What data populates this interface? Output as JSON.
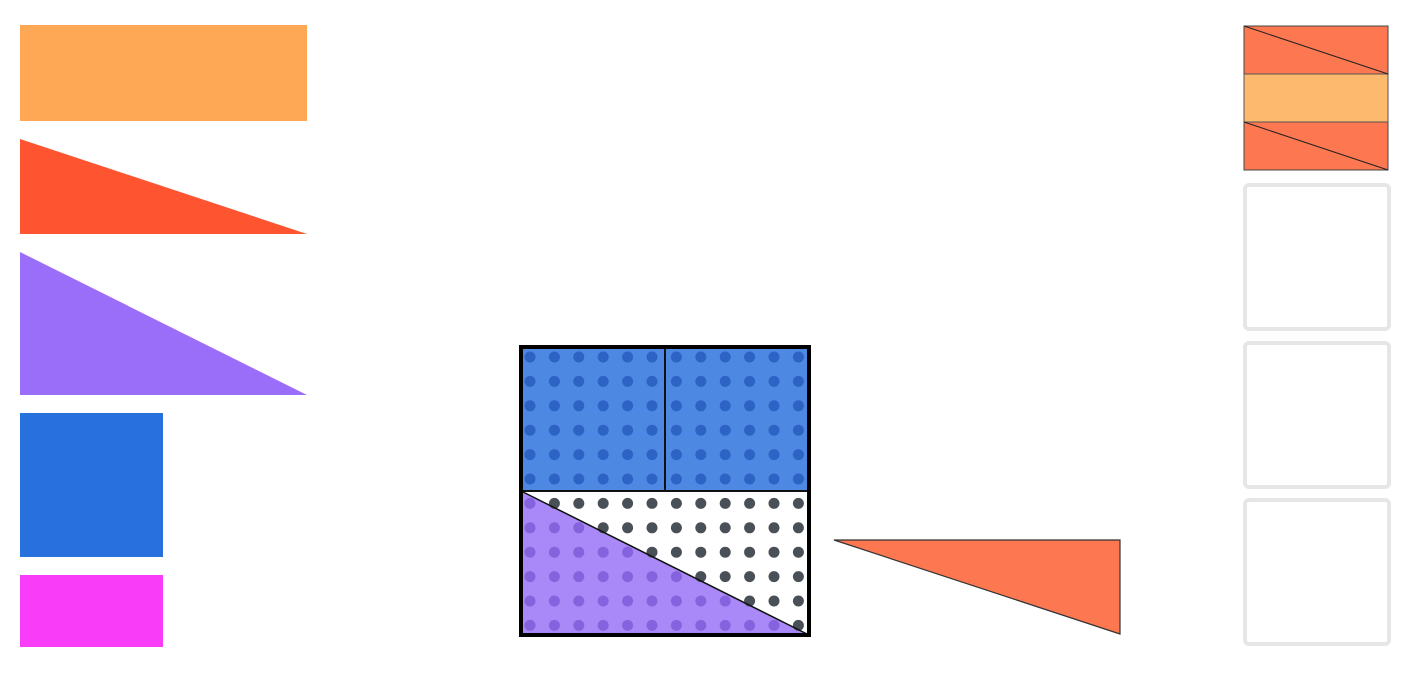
{
  "game": {
    "title": ""
  },
  "colors": {
    "orange": "#fea855",
    "red": "#fe5430",
    "purple": "#9a6ef9",
    "blue": "#2870de",
    "magenta": "#f93cf7",
    "coral": "#fd7751",
    "light_orange": "#fdb96e",
    "board_blue": "#4d89e2",
    "board_purple": "#a989f7",
    "dot_on_white": "#4a5058",
    "dot_on_blue": "#2c63c4",
    "dot_on_purple": "#8563df",
    "slot_border": "#e6e6e6",
    "outline": "#000000"
  },
  "palette": {
    "pieces": [
      {
        "id": "orange-rectangle",
        "shape": "rectangle",
        "color": "orange"
      },
      {
        "id": "red-triangle",
        "shape": "right-triangle",
        "color": "red"
      },
      {
        "id": "purple-triangle",
        "shape": "right-triangle",
        "color": "purple"
      },
      {
        "id": "blue-square",
        "shape": "square",
        "color": "blue"
      },
      {
        "id": "magenta-rectangle",
        "shape": "rectangle",
        "color": "magenta"
      }
    ]
  },
  "board": {
    "grid": "dot-grid",
    "placed_pieces": [
      {
        "shape": "square",
        "color": "board_blue"
      },
      {
        "shape": "square",
        "color": "board_blue"
      },
      {
        "shape": "right-triangle",
        "color": "board_purple"
      }
    ]
  },
  "floating_piece": {
    "shape": "right-triangle",
    "color": "coral"
  },
  "target_slots": [
    {
      "state": "filled",
      "pattern": "triangle-strip-triangle"
    },
    {
      "state": "empty"
    },
    {
      "state": "empty"
    },
    {
      "state": "empty"
    }
  ]
}
